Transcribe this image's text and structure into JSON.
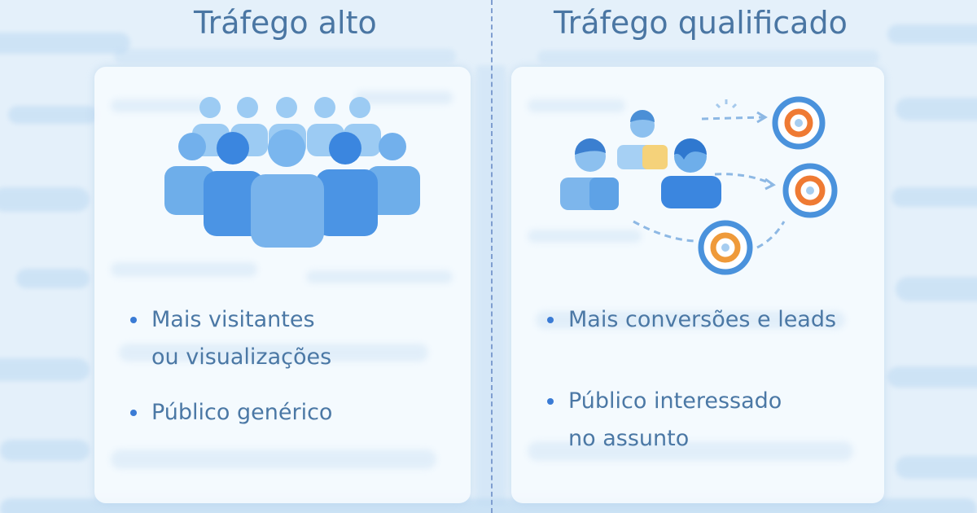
{
  "left": {
    "title": "Tráfego alto",
    "illustration": "crowd-of-people-icon",
    "bullets": [
      {
        "line1": "Mais visitantes",
        "line2": "ou visualizações"
      },
      {
        "line1": "Público genérico",
        "line2": ""
      }
    ]
  },
  "right": {
    "title": "Tráfego qualificado",
    "illustration": "people-to-targets-icon",
    "bullets": [
      {
        "line1": "Mais conversões e leads",
        "line2": ""
      },
      {
        "line1": "Público interessado",
        "line2": "no assunto"
      }
    ]
  },
  "colors": {
    "title": "#4a76a3",
    "bullet_text": "#4b78a5",
    "bullet_dot": "#3a7bd5",
    "person_dark": "#3b86df",
    "person_light": "#7db6ec",
    "target_blue": "#4a92dc",
    "target_orange": "#ef7a33",
    "background": "#e4f0fa"
  }
}
